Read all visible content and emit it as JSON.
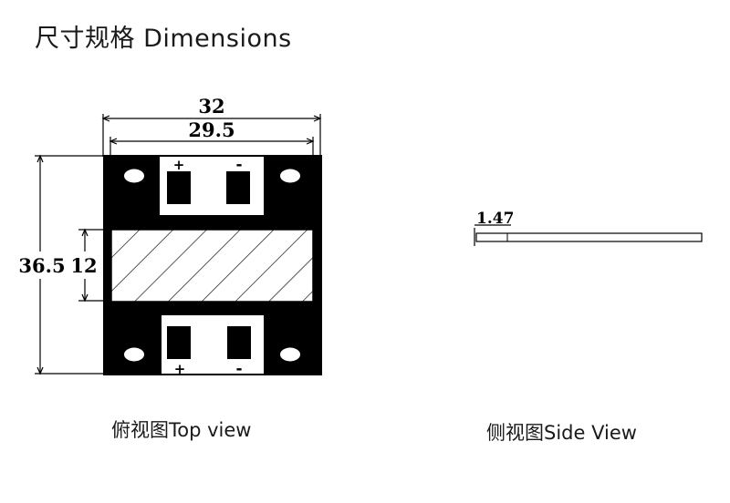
{
  "title": "尺寸规格 Dimensions",
  "top_view": {
    "caption": "俯视图Top view",
    "dim_overall_width": "32",
    "dim_inner_width": "29.5",
    "dim_overall_height": "36.5",
    "dim_inner_height": "12",
    "plus": "+",
    "minus": "-"
  },
  "side_view": {
    "caption": "侧视图Side View",
    "dim_thickness": "1.47"
  }
}
